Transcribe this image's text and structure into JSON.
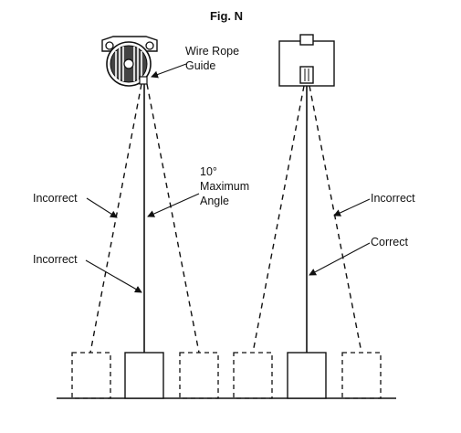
{
  "figure": {
    "title": "Fig. N",
    "labels": {
      "wire_rope_guide_line1": "Wire Rope",
      "wire_rope_guide_line2": "Guide",
      "max_angle_line1": "10°",
      "max_angle_line2": "Maximum",
      "max_angle_line3": "Angle",
      "left_incorrect_upper": "Incorrect",
      "left_incorrect_lower": "Incorrect",
      "right_incorrect": "Incorrect",
      "right_correct": "Correct"
    }
  }
}
